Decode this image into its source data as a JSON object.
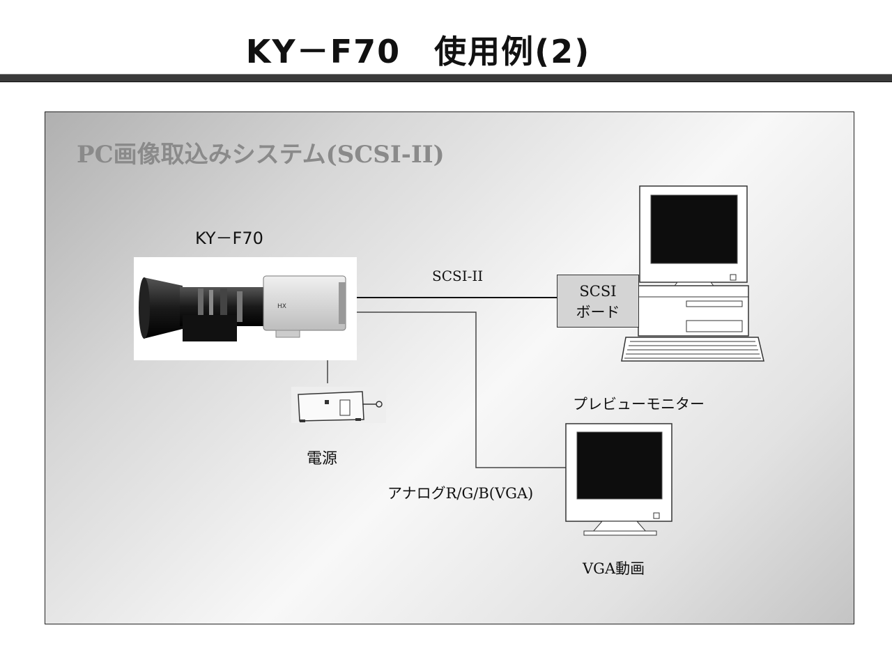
{
  "title": "KY－F70　使用例(2)",
  "panel": {
    "heading": "PC画像取込みシステム(SCSI-II)"
  },
  "labels": {
    "camera": "KY－F70",
    "cable_scsi": "SCSI-II",
    "scsi_board_line1": "SCSI",
    "scsi_board_line2": "ボード",
    "power": "電源",
    "preview_monitor": "プレビューモニター",
    "analog": "アナログR/G/B(VGA)",
    "vga_video": "VGA動画"
  },
  "camera_badge": "HX",
  "icons": {
    "camera": "video-camera-icon",
    "power": "power-supply-icon",
    "computer": "desktop-computer-icon",
    "monitor": "crt-monitor-icon"
  }
}
